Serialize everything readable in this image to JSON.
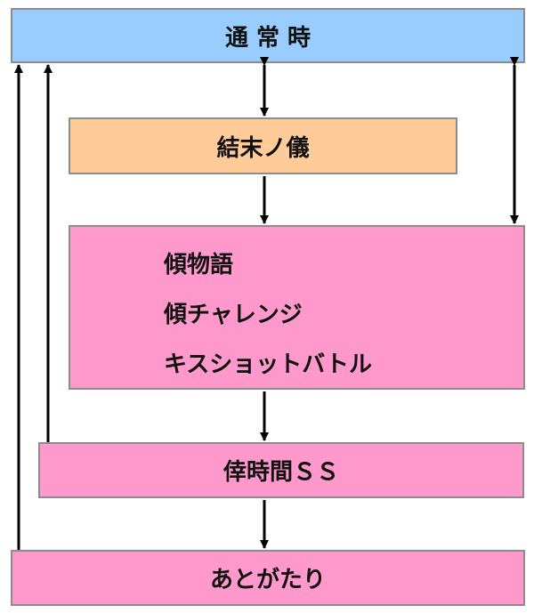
{
  "nodes": {
    "normal": {
      "label": "通 常 時",
      "color": "#99ccff"
    },
    "ketsumatsu": {
      "label": "結末ノ儀",
      "color": "#ffcc99"
    },
    "kabu": {
      "color": "#ff99cc",
      "items": [
        "傾物語",
        "傾チャレンジ",
        "キスショットバトル"
      ]
    },
    "bai": {
      "label": "倖時間ＳＳ",
      "color": "#ff99cc"
    },
    "atogatari": {
      "label": "あとがたり",
      "color": "#ff99cc"
    }
  },
  "edges": [
    {
      "from": "normal",
      "to": "ketsumatsu",
      "direction": "both"
    },
    {
      "from": "normal",
      "to": "kabu",
      "direction": "both"
    },
    {
      "from": "ketsumatsu",
      "to": "kabu",
      "direction": "forward"
    },
    {
      "from": "kabu",
      "to": "bai",
      "direction": "forward"
    },
    {
      "from": "bai",
      "to": "atogatari",
      "direction": "forward"
    },
    {
      "from": "bai",
      "to": "normal",
      "direction": "forward"
    },
    {
      "from": "atogatari",
      "to": "normal",
      "direction": "forward"
    }
  ]
}
